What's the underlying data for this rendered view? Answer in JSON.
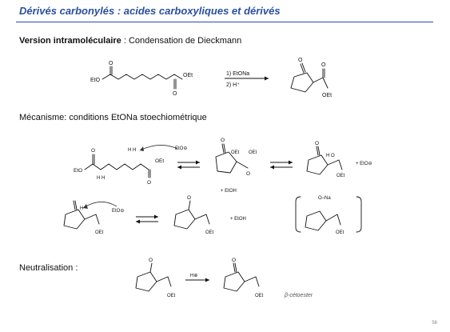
{
  "slide": {
    "title": "Dérivés carbonylés : acides carboxyliques et dérivés",
    "page_number": "56"
  },
  "section_intramolecular": {
    "label_bold": "Version intramoléculaire",
    "label_rest": " :  Condensation de Dieckmann",
    "reagent_1": "1) EtONa",
    "reagent_2": "2) H⁺",
    "reactant_left_label": "EtO",
    "reactant_right_label": "OEt",
    "product_label": "OEt",
    "oxygen_label": "O"
  },
  "section_mechanism": {
    "label": "Mécanisme: conditions EtONa stoechiométrique",
    "etoh_plus": "+ EtOH",
    "eto_minus": "EtO⊖",
    "plus_eto": "+ EtO⊖",
    "na_label": "O–Na",
    "oet": "OEt",
    "eto": "EtO",
    "h": "H",
    "hh": "H H",
    "h_oet": "H O"
  },
  "section_neutralisation": {
    "label": "Neutralisation :",
    "reagent": "H⊕",
    "product_name": "β-cétoester",
    "oet": "OEt"
  }
}
